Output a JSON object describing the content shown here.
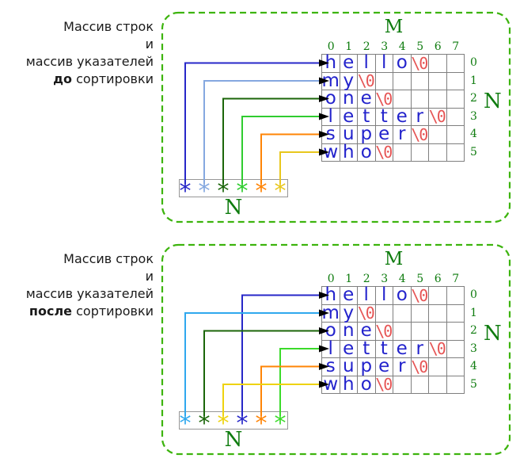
{
  "diagram": {
    "m_label": "M",
    "n_label": "N",
    "col_headers": [
      "0",
      "1",
      "2",
      "3",
      "4",
      "5",
      "6",
      "7"
    ],
    "row_headers": [
      "0",
      "1",
      "2",
      "3",
      "4",
      "5"
    ],
    "strings": [
      "hello",
      "my",
      "one",
      "letter",
      "super",
      "who"
    ],
    "nul_terminator": "\\0",
    "colors": {
      "panel_border": "#3db40e",
      "label_green": "#0f7c0f",
      "letter_blue": "#2323cc",
      "nul_red": "#e65555",
      "grid_line": "#7f7f7f",
      "arrow_head": "#000000"
    }
  },
  "panels": [
    {
      "name": "before-sorting",
      "label_lines": [
        "Массив строк",
        "и",
        "массив указателей"
      ],
      "label_bold": "до",
      "label_suffix": " сортировки",
      "pointers": [
        {
          "color": "#2727c8",
          "row": 0
        },
        {
          "color": "#85a8e0",
          "row": 1
        },
        {
          "color": "#1b6609",
          "row": 2
        },
        {
          "color": "#2fcc2f",
          "row": 3
        },
        {
          "color": "#ff8405",
          "row": 4
        },
        {
          "color": "#e8c71d",
          "row": 5
        }
      ]
    },
    {
      "name": "after-sorting",
      "label_lines": [
        "Массив строк",
        "и",
        "массив указателей"
      ],
      "label_bold": "после",
      "label_suffix": " сортировки",
      "pointers": [
        {
          "color": "#2fa8ee",
          "row": 1
        },
        {
          "color": "#1b6609",
          "row": 2
        },
        {
          "color": "#eed30e",
          "row": 5
        },
        {
          "color": "#2727c8",
          "row": 0
        },
        {
          "color": "#ff8405",
          "row": 4
        },
        {
          "color": "#3bdb2a",
          "row": 3
        }
      ]
    }
  ]
}
